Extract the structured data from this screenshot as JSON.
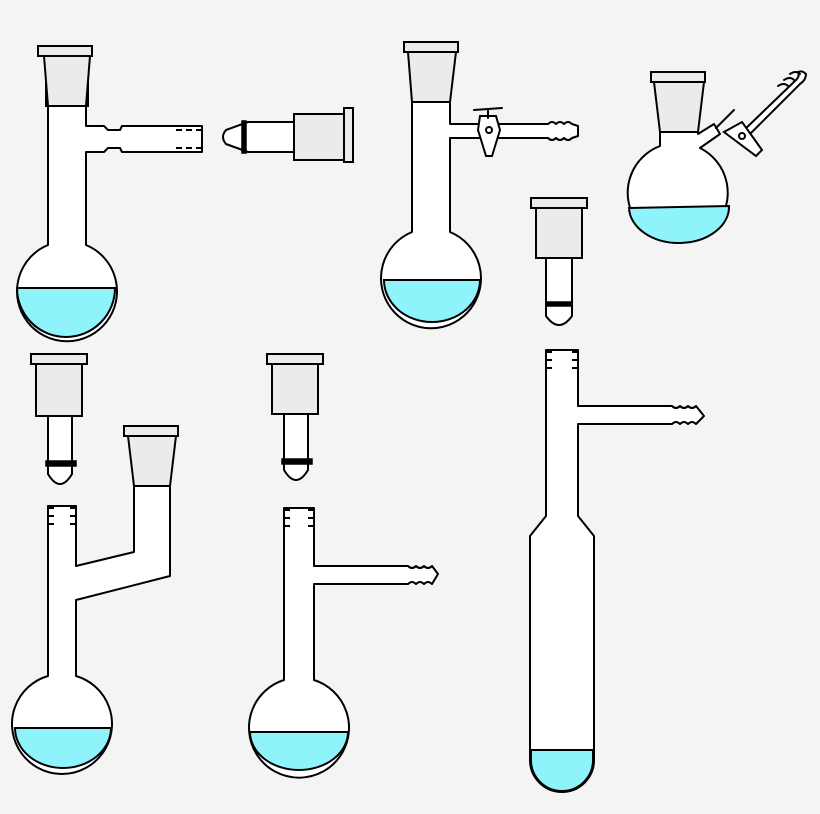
{
  "colors": {
    "background": "#f4f4f4",
    "liquid": "#8ff3fb",
    "joint_glass": "#ebebeb",
    "glass": "#ffffff",
    "outline": "#000000"
  },
  "apparatus": [
    "schlenk-flask-with-side-arm",
    "stopper-with-hose-adapter",
    "schlenk-flask-with-stopcock",
    "round-bottom-flask-with-angled-tap",
    "glass-stopper",
    "stopper-with-o-ring-left",
    "two-neck-flask",
    "stopper-with-o-ring-middle",
    "schlenk-flask-short-neck",
    "schlenk-tube"
  ]
}
